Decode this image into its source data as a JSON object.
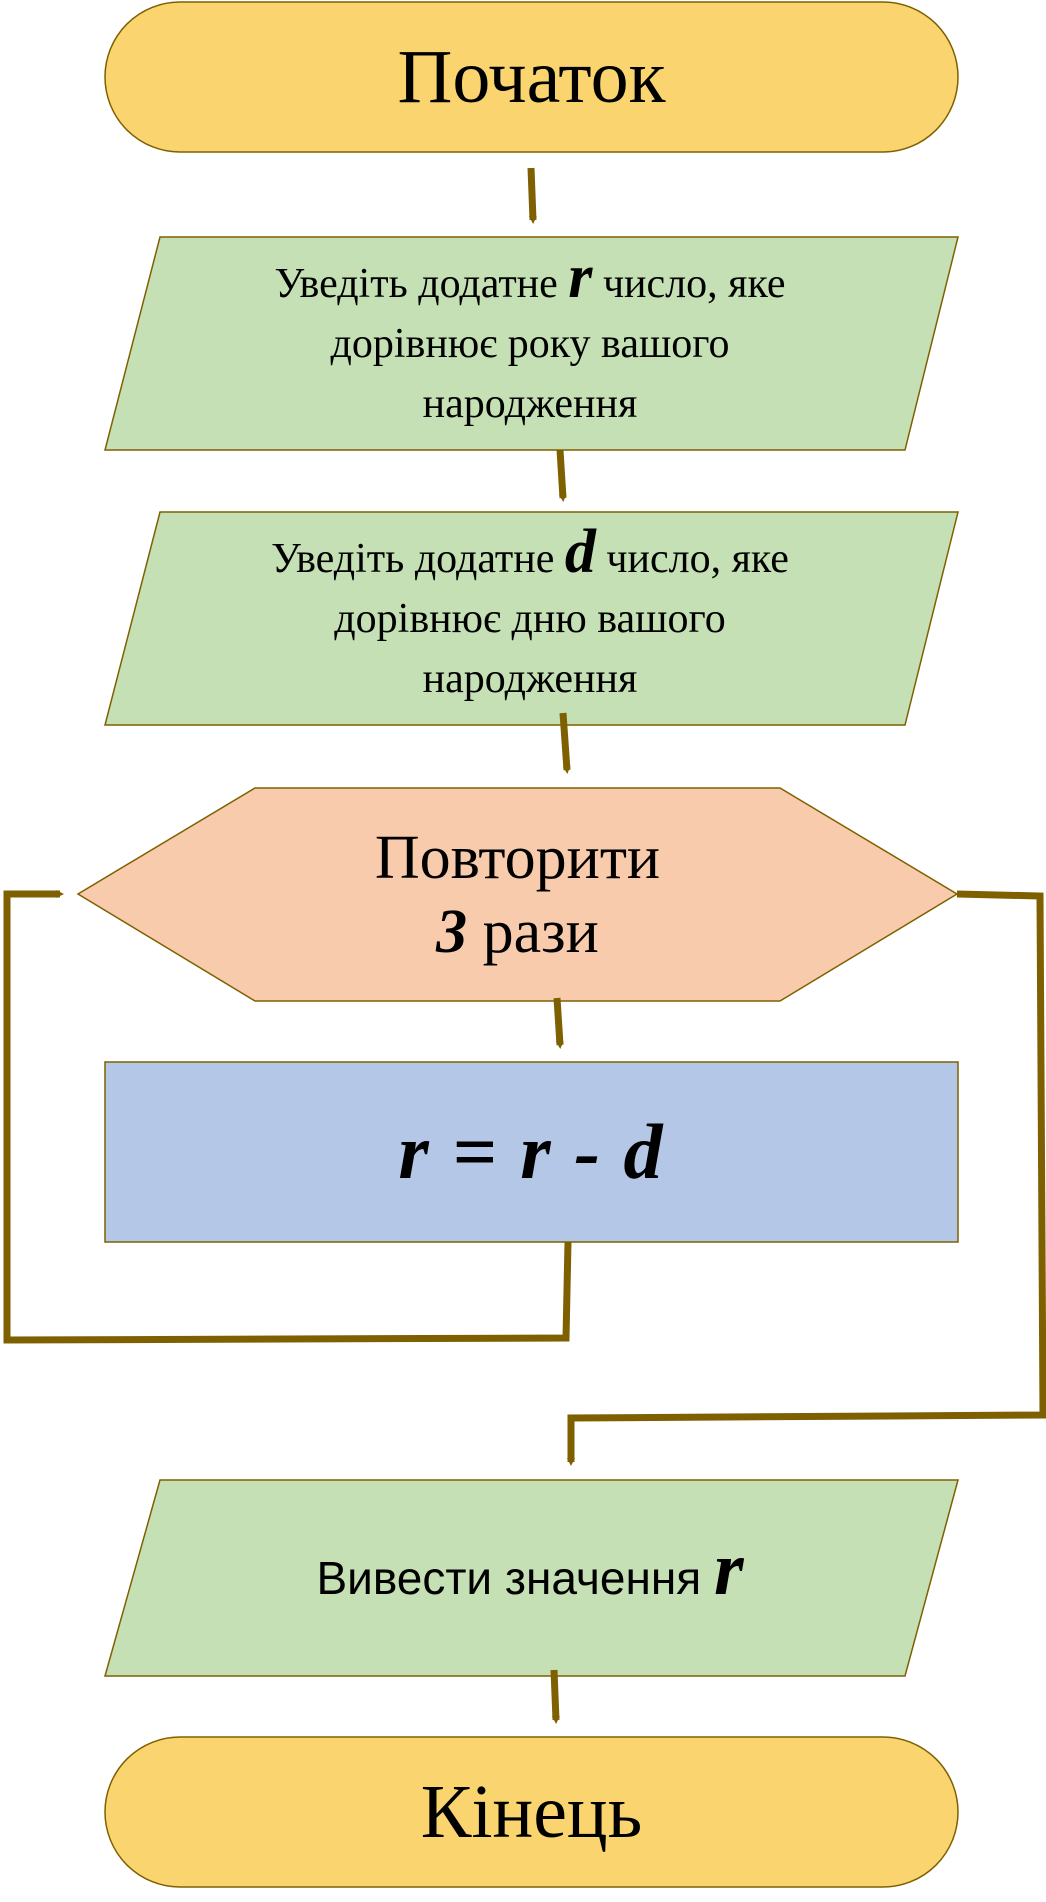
{
  "colors": {
    "terminator_fill": "#FAD56F",
    "io_fill": "#C5E0B4",
    "loop_fill": "#F8CBAD",
    "process_fill": "#B4C7E7",
    "connector": "#7F6000",
    "outline": "#7F6000"
  },
  "start": {
    "label": "Початок"
  },
  "input_year": {
    "prefix": "Уведіть додатне",
    "variable": "r",
    "suffix": "число, яке",
    "line2": "дорівнює року вашого",
    "line3": "народження"
  },
  "input_day": {
    "prefix": "Уведіть додатне",
    "variable": "d",
    "suffix": "число, яке",
    "line2": "дорівнює дню вашого",
    "line3": "народження"
  },
  "loop": {
    "line1": "Повторити",
    "count": "3",
    "unit": "рази"
  },
  "process": {
    "formula": "r = r - d"
  },
  "output": {
    "text": "Вивести значення",
    "variable": "r"
  },
  "end": {
    "label": "Кінець"
  }
}
